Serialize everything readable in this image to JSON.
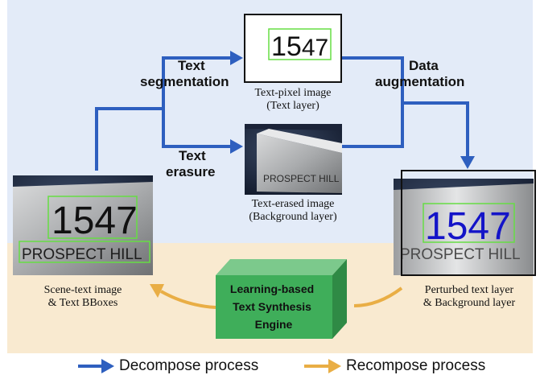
{
  "labels": {
    "text_segmentation": [
      "Text",
      "segmentation"
    ],
    "text_erasure": [
      "Text",
      "erasure"
    ],
    "data_augmentation": [
      "Data",
      "augmentation"
    ]
  },
  "captions": {
    "text_pixel": [
      "Text-pixel image",
      "(Text layer)"
    ],
    "text_erased": [
      "Text-erased image",
      "(Background layer)"
    ],
    "scene_text": [
      "Scene-text image",
      "& Text BBoxes"
    ],
    "perturbed": [
      "Perturbed text layer",
      "& Background layer"
    ]
  },
  "images": {
    "text_pixel_digits": [
      "15",
      "47"
    ],
    "sign_number": "1547",
    "sign_name": "PROSPECT HILL"
  },
  "engine": [
    "Learning-based",
    "Text Synthesis",
    "Engine"
  ],
  "legend": {
    "decompose": "Decompose process",
    "recompose": "Recompose process"
  },
  "colors": {
    "decompose_arrow": "#2e5fbf",
    "recompose_arrow": "#e9ae45",
    "engine_green": "#3fae5a",
    "bbox_green": "#66dd44"
  }
}
